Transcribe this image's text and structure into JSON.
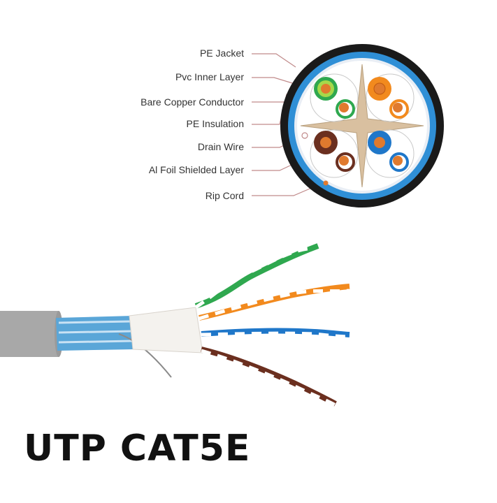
{
  "callouts": [
    {
      "label": "PE Jacket"
    },
    {
      "label": "Pvc Inner Layer"
    },
    {
      "label": "Bare Copper Conductor"
    },
    {
      "label": "PE Insulation"
    },
    {
      "label": "Drain Wire"
    },
    {
      "label": "Al Foil Shielded Layer"
    },
    {
      "label": "Rip Cord"
    }
  ],
  "product_title": "UTP CAT5E",
  "colors": {
    "jacket": "#1a1a1a",
    "inner_layer": "#2f8fd6",
    "conductor": "#e07a2e",
    "separator": "#d9c0a0",
    "green": "#2fa84f",
    "orange": "#f28a1e",
    "blue": "#1f77c9",
    "brown": "#6b2f1f",
    "cable_gray": "#a8a8a8",
    "leader_line": "#c08a8a"
  },
  "pairs": [
    "green",
    "orange",
    "blue",
    "brown"
  ]
}
